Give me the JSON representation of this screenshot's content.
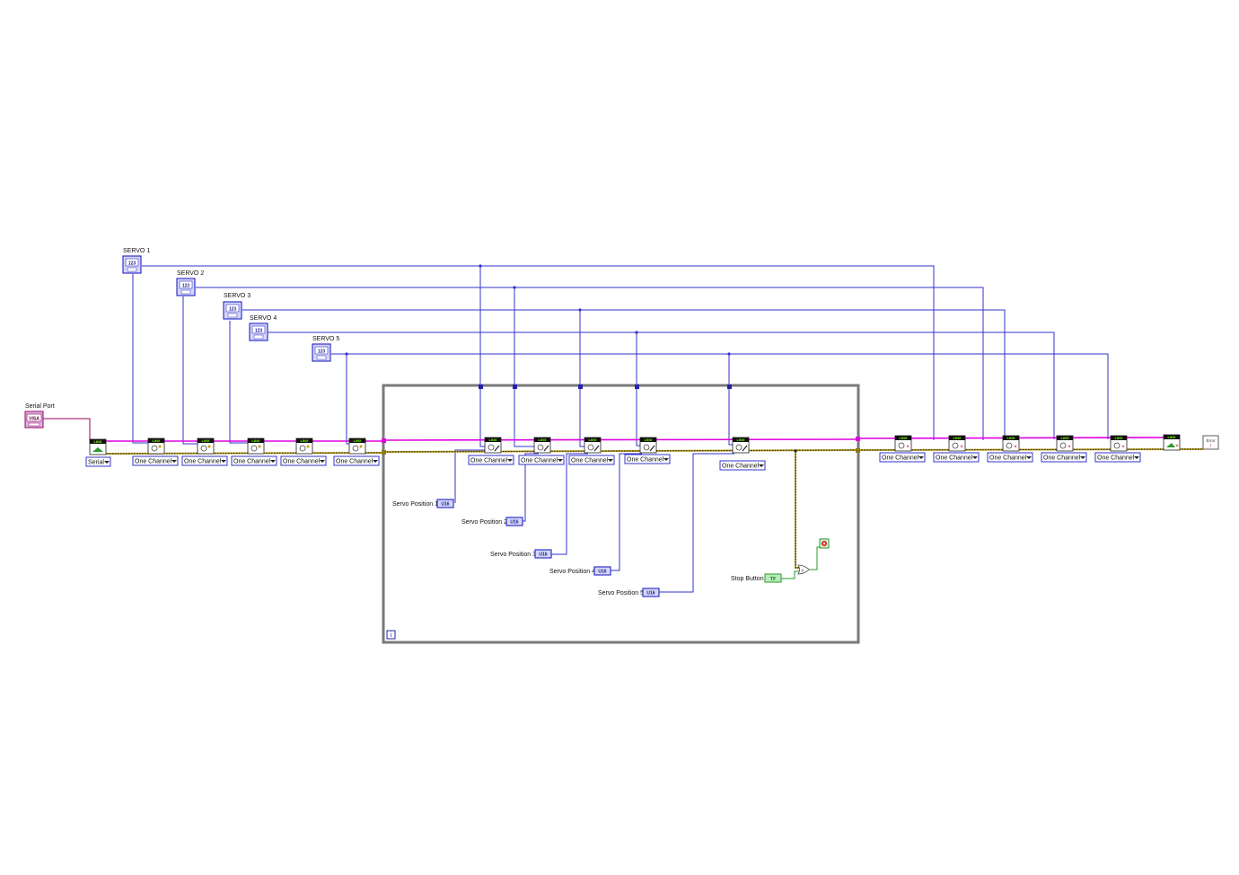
{
  "serial_port": {
    "label": "Serial Port",
    "glyph": "VISA"
  },
  "servo_controls": [
    {
      "label": "SERVO 1",
      "glyph": "123"
    },
    {
      "label": "SERVO 2",
      "glyph": "123"
    },
    {
      "label": "SERVO 3",
      "glyph": "123"
    },
    {
      "label": "SERVO 4",
      "glyph": "123"
    },
    {
      "label": "SERVO 5",
      "glyph": "123"
    }
  ],
  "vi_banner": "LINX",
  "open_node": {
    "enum": "Serial"
  },
  "init_nodes": [
    {
      "enum": "One Channel"
    },
    {
      "enum": "One Channel"
    },
    {
      "enum": "One Channel"
    },
    {
      "enum": "One Channel"
    },
    {
      "enum": "One Channel"
    }
  ],
  "loop_nodes": [
    {
      "enum": "One Channel"
    },
    {
      "enum": "One Channel"
    },
    {
      "enum": "One Channel"
    },
    {
      "enum": "One Channel"
    },
    {
      "enum": "One Channel"
    }
  ],
  "close_nodes": [
    {
      "enum": "One Channel"
    },
    {
      "enum": "One Channel"
    },
    {
      "enum": "One Channel"
    },
    {
      "enum": "One Channel"
    },
    {
      "enum": "One Channel"
    }
  ],
  "indicators": [
    {
      "label": "Servo Position 1",
      "glyph": "U16"
    },
    {
      "label": "Servo Position 2",
      "glyph": "U16"
    },
    {
      "label": "Servo Position 3",
      "glyph": "U16"
    },
    {
      "label": "Servo Position 4",
      "glyph": "U16"
    },
    {
      "label": "Servo Position 5",
      "glyph": "U16"
    }
  ],
  "stop_button": {
    "label": "Stop Button",
    "glyph": "TF"
  },
  "loop_iteration": "i",
  "error_handler": "Error",
  "colors": {
    "visa_wire": "#e000e0",
    "error_wire": "#b8a020",
    "numeric_wire": "#3333cc",
    "bool_wire": "#2a9a2a",
    "loop_frame": "#7a7a7a"
  }
}
